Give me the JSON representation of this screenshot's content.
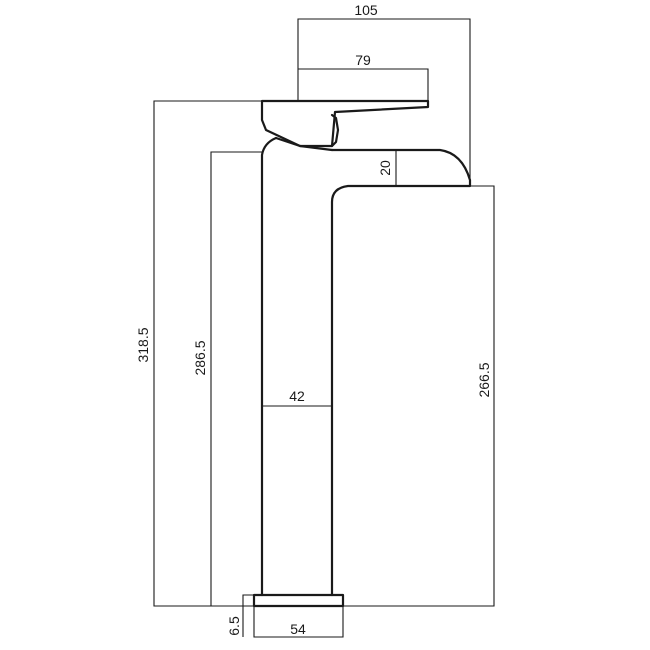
{
  "dimensions": {
    "overall_reach": "105",
    "lever_length": "79",
    "spout_thickness": "20",
    "overall_height": "318.5",
    "body_height": "286.5",
    "body_width": "42",
    "spout_height": "266.5",
    "base_height": "6.5",
    "base_width": "54"
  },
  "colors": {
    "line": "#1a1a1a",
    "background": "#ffffff"
  }
}
